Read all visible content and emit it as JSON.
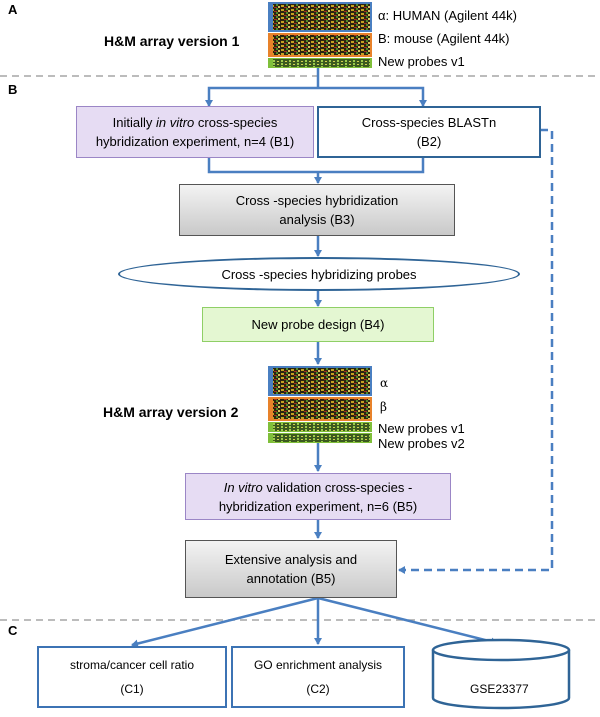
{
  "sections": {
    "a": "A",
    "b": "B",
    "c": "C"
  },
  "array_v1": {
    "title": "H&M array version 1",
    "alpha": "α: HUMAN (Agilent 44k)",
    "beta": "Β: mouse (Agilent 44k)",
    "new_probes": "New probes v1"
  },
  "b1": {
    "line1_pre": "Initially ",
    "line1_em": "in vitro",
    "line1_post": " cross-species",
    "line2": "hybridization experiment, n=4 (B1)"
  },
  "b2": {
    "line1": "Cross-species BLASTn",
    "line2": "(B2)"
  },
  "b3": {
    "line1": "Cross -species hybridization",
    "line2": "analysis   (B3)"
  },
  "ellipse": {
    "label": "Cross -species hybridizing probes"
  },
  "b4": {
    "label": "New probe design  (B4)"
  },
  "array_v2": {
    "title": "H&M array version 2",
    "alpha": "α",
    "beta": "β",
    "probes_v1": "New probes v1",
    "probes_v2": "New probes v2"
  },
  "b5_validation": {
    "line1_em": "In vitro",
    "line1_post": " validation cross-species -",
    "line2": "hybridization experiment, n=6  (B5)"
  },
  "b5_analysis": {
    "line1": "Extensive analysis and",
    "line2": "annotation (B5)"
  },
  "c1": {
    "line1": "stroma/cancer cell ratio",
    "line2": "(C1)"
  },
  "c2": {
    "line1": "GO enrichment analysis",
    "line2": "(C2)"
  },
  "c3": {
    "label": "GSE23377"
  },
  "colors": {
    "arrow": "#4a7fc1",
    "dash": "#a6a6a6",
    "purple": "#e6dcf3",
    "green": "#e4f7d2",
    "dark_blue": "#2f6496"
  }
}
